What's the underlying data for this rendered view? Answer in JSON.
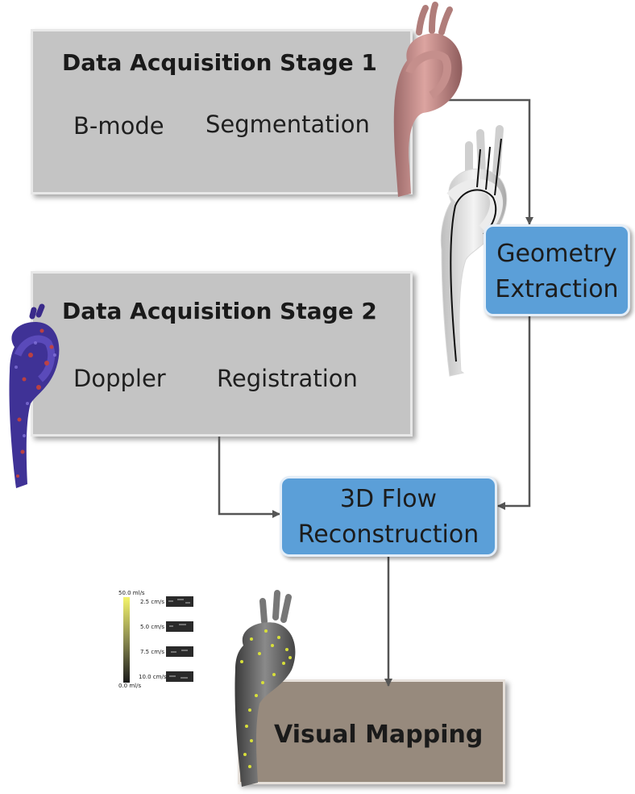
{
  "stage1": {
    "title": "Data Acquisition Stage 1",
    "items": [
      "B-mode",
      "Segmentation"
    ]
  },
  "stage2": {
    "title": "Data Acquisition Stage 2",
    "items": [
      "Doppler",
      "Registration"
    ]
  },
  "geometry": {
    "line1": "Geometry",
    "line2": "Extraction"
  },
  "flow": {
    "line1": "3D Flow",
    "line2": "Reconstruction"
  },
  "visual": {
    "title": "Visual Mapping"
  },
  "legend": {
    "max_label": "50.0 ml/s",
    "min_label": "0.0 ml/s",
    "samples": [
      "2.5 cm/s",
      "5.0 cm/s",
      "7.5 cm/s",
      "10.0 cm/s"
    ]
  },
  "colors": {
    "gray_box": "#c4c4c4",
    "blue_box": "#5b9fd8",
    "brown_box": "#978a7d",
    "arrow": "#555555"
  }
}
